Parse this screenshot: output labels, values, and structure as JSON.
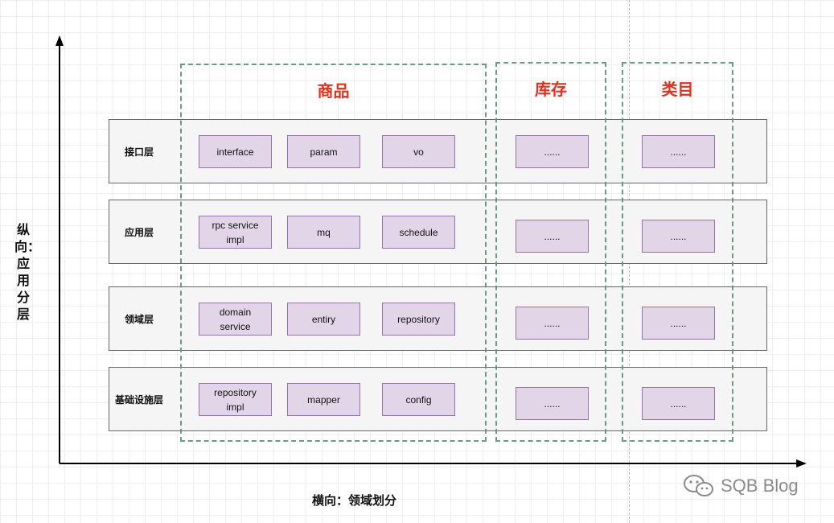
{
  "axes": {
    "vertical_label": "纵向：应用分层",
    "horizontal_label": "横向：领域划分"
  },
  "domains": [
    {
      "title": "商品",
      "color": "#e0301e"
    },
    {
      "title": "库存",
      "color": "#e0301e"
    },
    {
      "title": "类目",
      "color": "#e0301e"
    }
  ],
  "layers": [
    {
      "name": "接口层",
      "goods": [
        "interface",
        "param",
        "vo"
      ],
      "inventory": "......",
      "category": "......"
    },
    {
      "name": "应用层",
      "goods": [
        "rpc service\nimpl",
        "mq",
        "schedule"
      ],
      "inventory": "......",
      "category": "......"
    },
    {
      "name": "领域层",
      "goods": [
        "domain\nservice",
        "entiry",
        "repository"
      ],
      "inventory": "......",
      "category": "......"
    },
    {
      "name": "基础设施层",
      "goods": [
        "repository\nimpl",
        "mapper",
        "config"
      ],
      "inventory": "......",
      "category": "......"
    }
  ],
  "watermark": {
    "text": "SQB Blog",
    "icon": "wechat-icon"
  },
  "colors": {
    "domain_border": "#6b9a82",
    "box_fill": "#e1d5e7",
    "box_border": "#9673a6",
    "layer_fill": "#f5f5f5"
  }
}
